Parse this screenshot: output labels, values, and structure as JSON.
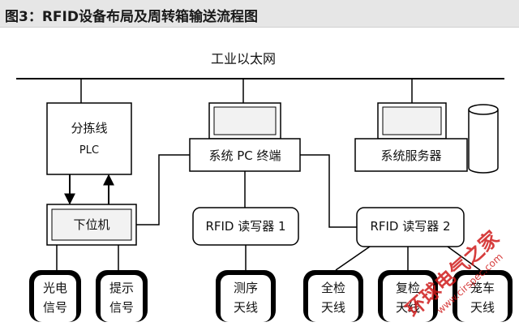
{
  "title": "图3：RFID设备布局及周转箱输送流程图",
  "network_label": "工业以太网",
  "nodes": {
    "sorting_plc_line1": "分拣线",
    "sorting_plc_line2": "PLC",
    "pc_terminal": "系统 PC 终端",
    "server": "系统服务器",
    "lower_machine": "下位机",
    "reader1": "RFID 读写器 1",
    "reader2": "RFID 读写器 2",
    "photo_signal_line1": "光电",
    "photo_signal_line2": "信号",
    "prompt_signal_line1": "提示",
    "prompt_signal_line2": "信号",
    "ant_measure_line1": "测序",
    "ant_measure_line2": "天线",
    "ant_fullcheck_line1": "全检",
    "ant_fullcheck_line2": "天线",
    "ant_recheck_line1": "复检",
    "ant_recheck_line2": "天线",
    "ant_cage_line1": "笼车",
    "ant_cage_line2": "天线"
  },
  "watermark": {
    "text": "环球电气之家",
    "url": "www.cirspec.com"
  },
  "colors": {
    "line": "#000000",
    "box_fill": "#ffffff",
    "inner_fill": "#f2f2f2",
    "title_bg": "#e6e6e6",
    "watermark": "#d01c1c"
  }
}
